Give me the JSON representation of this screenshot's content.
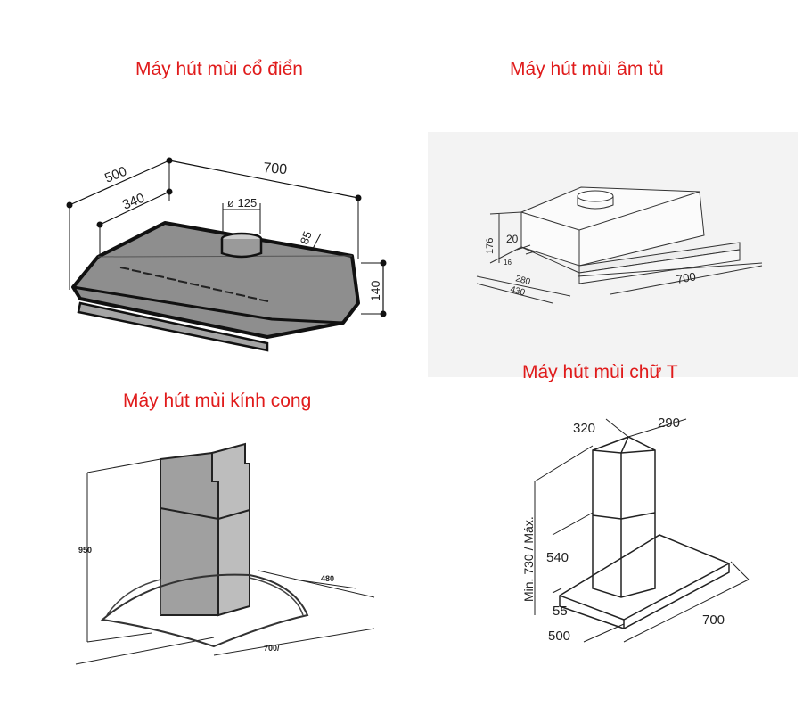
{
  "titles": {
    "classic": "Máy hút mùi cổ điển",
    "builtin": "Máy hút mùi âm tủ",
    "curved_glass": "Máy hút mùi kính cong",
    "t_shape": "Máy hút mùi chữ T"
  },
  "classic": {
    "d500": "500",
    "d340": "340",
    "d700": "700",
    "d125": "ø 125",
    "d85": "85",
    "d140": "140"
  },
  "builtin": {
    "d176": "176",
    "d20": "20",
    "d16": "16",
    "d280": "280",
    "d430": "430",
    "d700": "700"
  },
  "curved": {
    "d950": "950",
    "d480": "480",
    "d700": "700/"
  },
  "tshape": {
    "d320": "320",
    "d290": "290",
    "dmin": "Min. 730 / Máx.",
    "d540": "540",
    "d55": "55",
    "d500": "500",
    "d700": "700"
  }
}
